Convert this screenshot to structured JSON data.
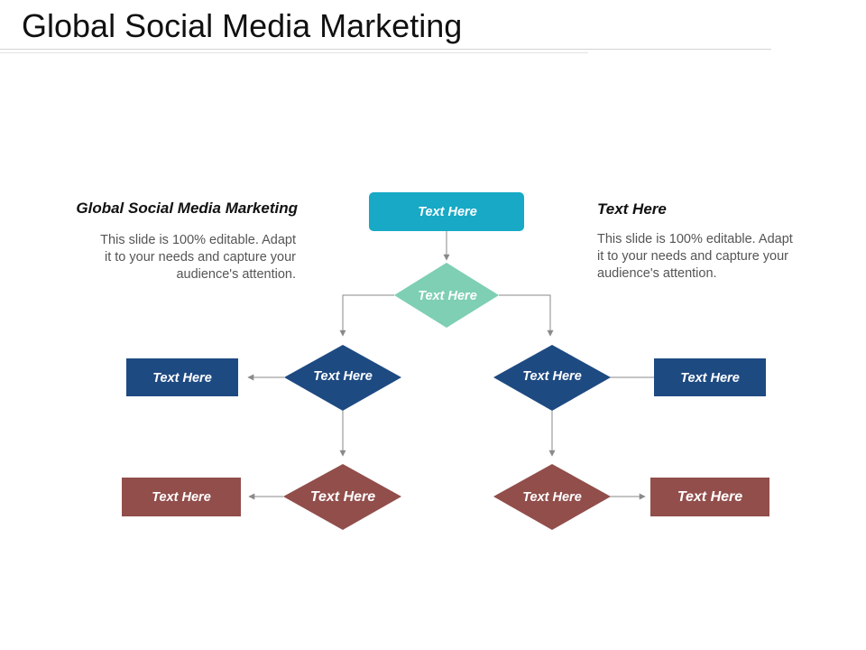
{
  "slide": {
    "title": "Global Social Media Marketing"
  },
  "left_panel": {
    "heading": "Global Social Media Marketing",
    "body_lines": [
      "This slide is 100% editable. Adapt",
      "it to your needs and capture your",
      "audience's attention."
    ]
  },
  "right_panel": {
    "heading": "Text Here",
    "body_lines": [
      "This slide is 100% editable. Adapt",
      "it to your needs and capture your",
      "audience's attention."
    ]
  },
  "flowchart": {
    "colors": {
      "top_box": "#17a9c6",
      "top_diamond": "#7ecfb4",
      "blue": "#1e4a82",
      "brown": "#914e4b",
      "connector": "#8a8a8a"
    },
    "nodes": {
      "top_box": "Text Here",
      "top_diamond": "Text Here",
      "mid_left_diamond": "Text Here",
      "mid_right_diamond": "Text Here",
      "mid_left_box": "Text Here",
      "mid_right_box": "Text Here",
      "bottom_left_diamond": "Text Here",
      "bottom_right_diamond": "Text Here",
      "bottom_left_box": "Text Here",
      "bottom_right_box": "Text Here"
    }
  }
}
